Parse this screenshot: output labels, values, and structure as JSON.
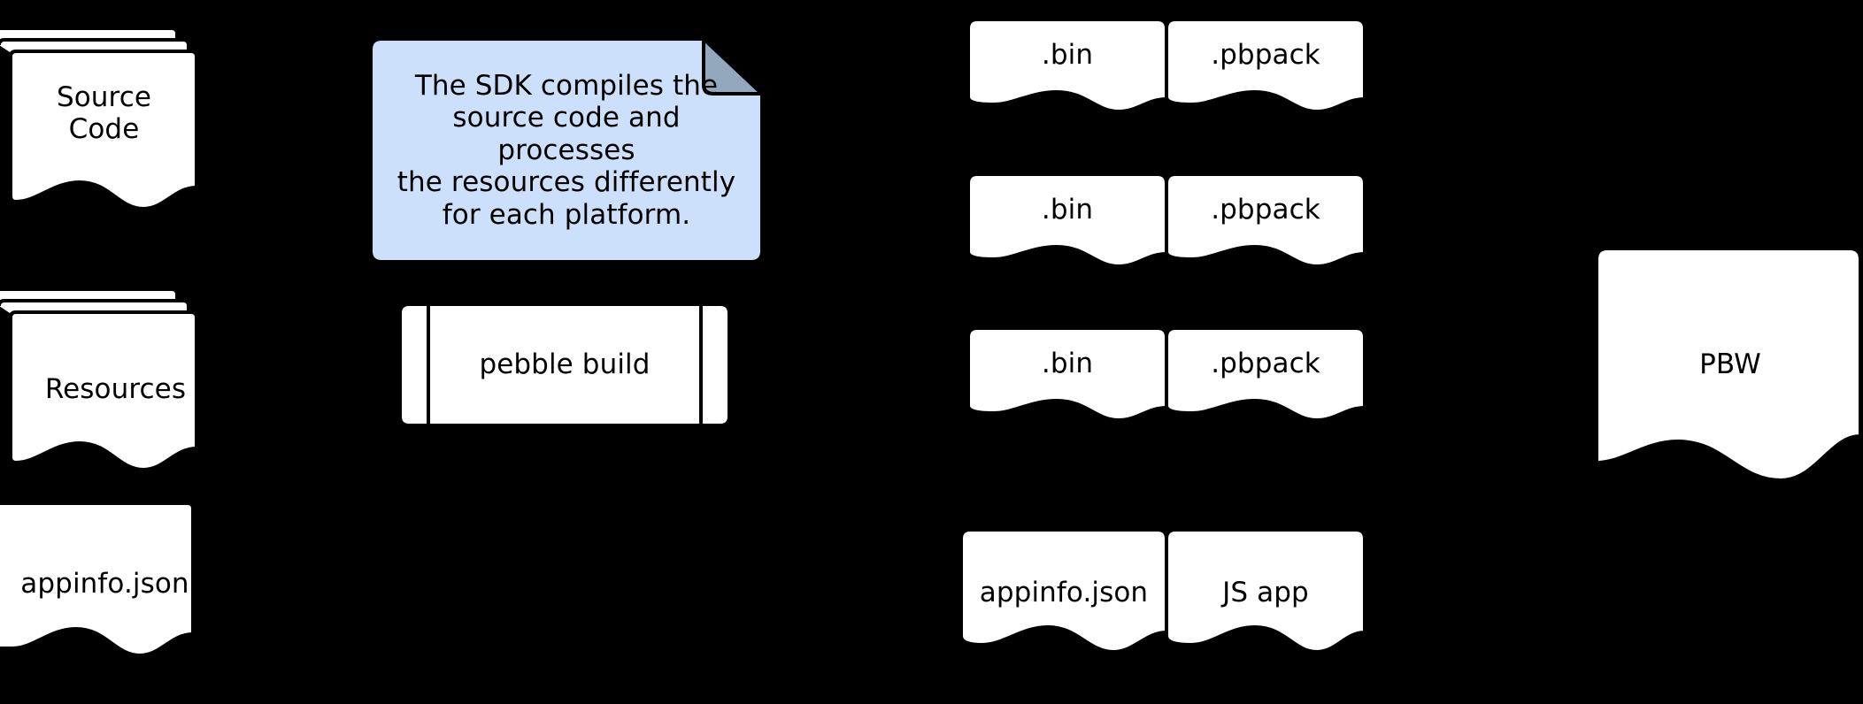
{
  "diagram": {
    "title": "Pebble SDK build pipeline",
    "background_color": "#000000",
    "shape_fill": "#ffffff",
    "shape_stroke": "#000000",
    "note_fill": "#cde0fb",
    "note_fold_fill": "#93a8bd",
    "text_color": "#000000"
  },
  "inputs": [
    {
      "id": "source-code",
      "label": "Source\nCode",
      "shape": "multi-document",
      "stack_count": 3
    },
    {
      "id": "resources",
      "label": "Resources",
      "shape": "multi-document",
      "stack_count": 3
    },
    {
      "id": "appinfo-json-input",
      "label": "appinfo.json",
      "shape": "document",
      "stack_count": 1
    }
  ],
  "note": {
    "id": "sdk-note",
    "text": "The SDK compiles the\nsource code and processes\nthe resources differently\nfor each platform.",
    "shape": "note-folded-corner",
    "fill": "#cde0fb"
  },
  "process": {
    "id": "pebble-build",
    "label": "pebble build",
    "shape": "predefined-process"
  },
  "outputs": {
    "binary_rows": [
      {
        "id": "bin-pbpack-row-1",
        "left": ".bin",
        "right": ".pbpack"
      },
      {
        "id": "bin-pbpack-row-2",
        "left": ".bin",
        "right": ".pbpack"
      },
      {
        "id": "bin-pbpack-row-3",
        "left": ".bin",
        "right": ".pbpack"
      }
    ],
    "asset_row": {
      "id": "appinfo-js-row",
      "left": "appinfo.json",
      "right": "JS app"
    }
  },
  "bundle": {
    "id": "pbw-bundle",
    "label": "PBW",
    "shape": "document"
  }
}
